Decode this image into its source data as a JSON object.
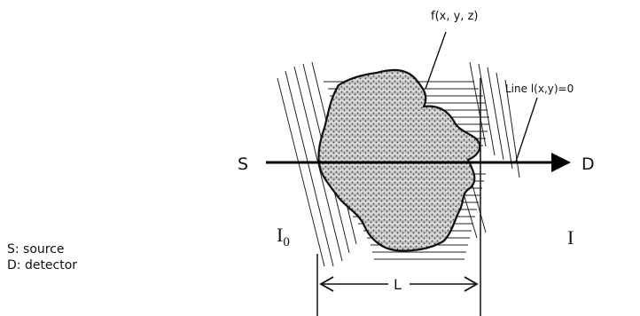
{
  "object_label": "f(x, y, z)",
  "line_label": "Line l(x,y)=0",
  "source_label": "S",
  "detector_label": "D",
  "i0_label": "I",
  "i0_subscript": "0",
  "i_label": "I",
  "length_label": "L",
  "legend": {
    "source": "S:  source",
    "detector": "D:  detector"
  },
  "colors": {
    "ink": "#111111",
    "fill": "#cfcfcf"
  }
}
